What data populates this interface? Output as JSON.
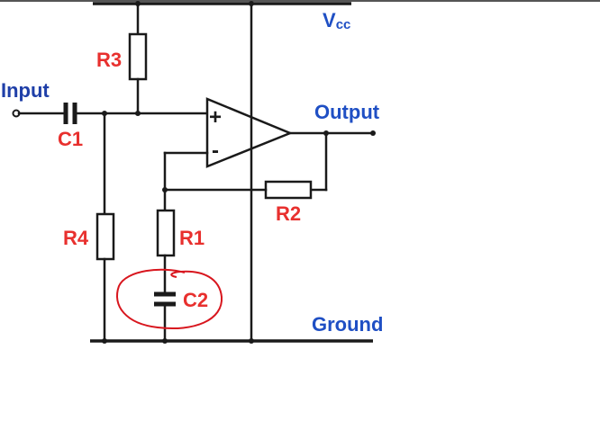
{
  "labels": {
    "vcc_main": "V",
    "vcc_sub": "cc",
    "input": "Input",
    "output": "Output",
    "ground": "Ground",
    "plus": "+",
    "minus": "-",
    "r1": "R1",
    "r2": "R2",
    "r3": "R3",
    "r4": "R4",
    "c1": "C1",
    "c2": "C2"
  },
  "colors": {
    "component_label": "#e8302e",
    "node_label": "#1f4fc4",
    "input_label": "#1f3fa8",
    "highlight": "#d8161e"
  }
}
